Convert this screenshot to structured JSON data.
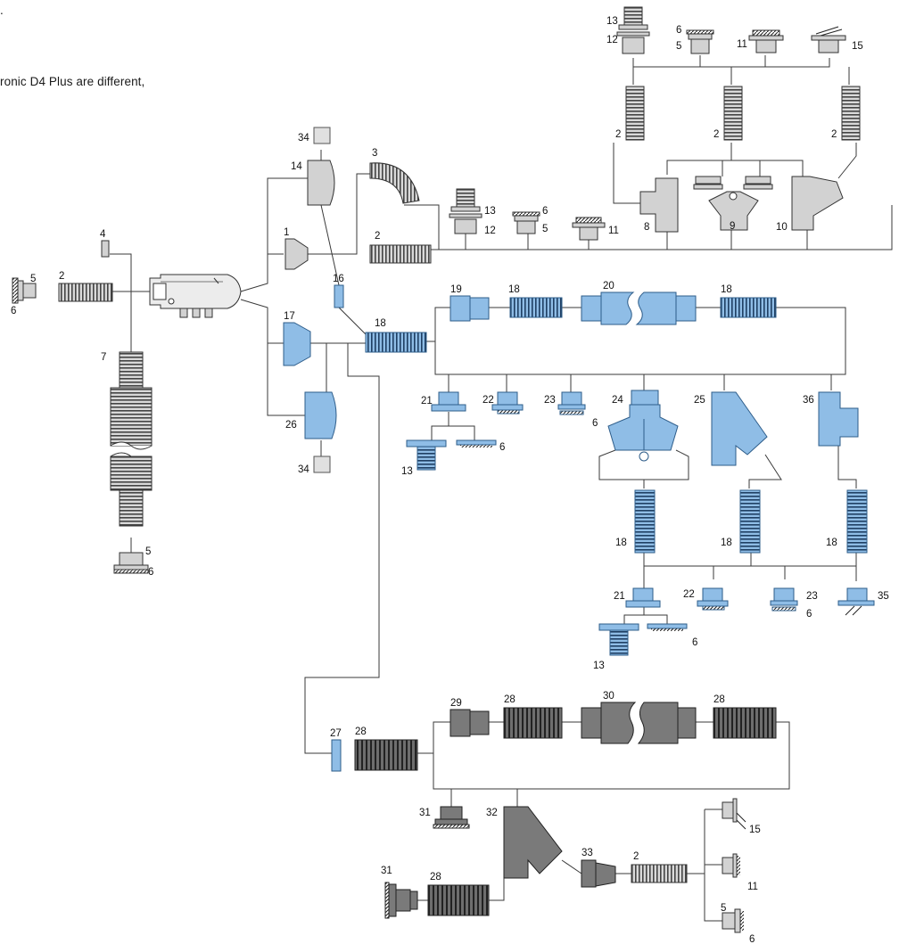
{
  "captions": {
    "top": ".",
    "second": "ronic D4 Plus are different,"
  },
  "colors": {
    "line": "#3a3a3a",
    "grey_part": "#d2d2d2",
    "blue_part": "#8fbde6",
    "dark_part": "#6e6e6e",
    "blue_stroke": "#2e5d8a"
  },
  "labels": {
    "n1": "1",
    "n2": "2",
    "n3": "3",
    "n4": "4",
    "n5": "5",
    "n6": "6",
    "n7": "7",
    "n8": "8",
    "n9": "9",
    "n10": "10",
    "n11": "11",
    "n12": "12",
    "n13": "13",
    "n14": "14",
    "n15": "15",
    "n16": "16",
    "n17": "17",
    "n18": "18",
    "n19": "19",
    "n20": "20",
    "n21": "21",
    "n22": "22",
    "n23": "23",
    "n24": "24",
    "n25": "25",
    "n26": "26",
    "n27": "27",
    "n28": "28",
    "n29": "29",
    "n30": "30",
    "n31": "31",
    "n32": "32",
    "n33": "33",
    "n34": "34",
    "n35": "35",
    "n36": "36"
  }
}
